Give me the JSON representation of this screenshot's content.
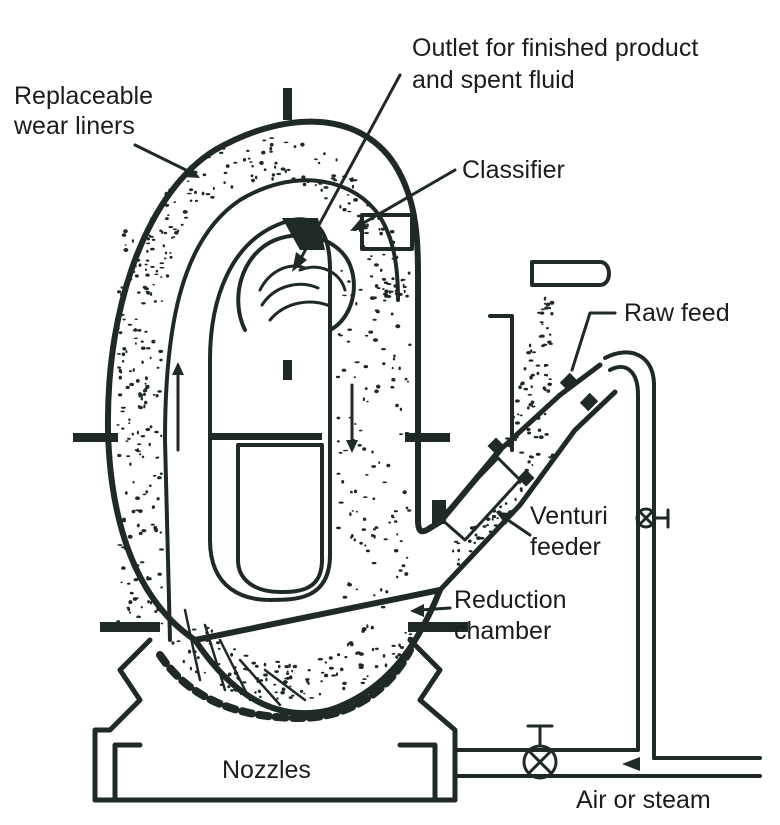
{
  "diagram": {
    "labels": {
      "outlet_line1": "Outlet for finished product",
      "outlet_line2": "and spent fluid",
      "liners_line1": "Replaceable",
      "liners_line2": "wear liners",
      "classifier": "Classifier",
      "raw_feed": "Raw feed",
      "venturi_line1": "Venturi",
      "venturi_line2": "feeder",
      "reduction_line1": "Reduction",
      "reduction_line2": "chamber",
      "nozzles": "Nozzles",
      "air": "Air or steam"
    },
    "colors": {
      "ink": "#1f2a24",
      "paper": "#ffffff"
    }
  }
}
